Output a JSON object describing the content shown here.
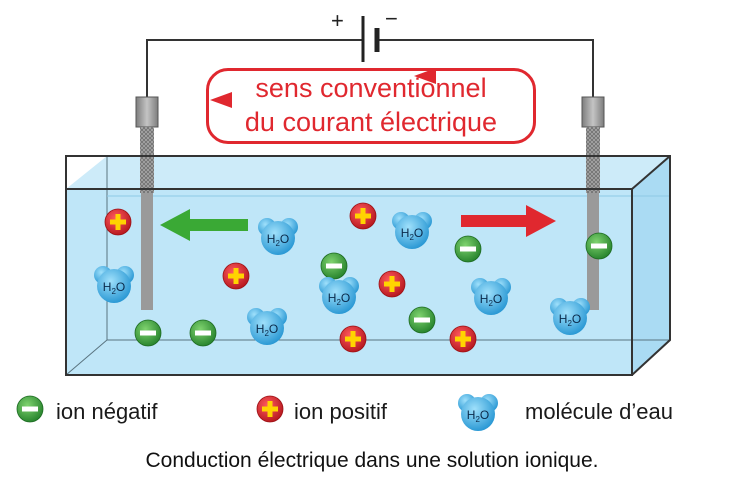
{
  "battery": {
    "plus": "+",
    "minus": "−"
  },
  "current_label": {
    "line1": "sens conventionnel",
    "line2": "du courant électrique"
  },
  "molecule_text": {
    "h": "H",
    "sub": "2",
    "o": "O"
  },
  "legend": {
    "negative": "ion négatif",
    "positive": "ion positif",
    "water": "molécule d’eau"
  },
  "caption": "Conduction électrique dans une solution ionique.",
  "colors": {
    "wire": "#333333",
    "electrode": "#9a9a9a",
    "water": "#bfe6f8",
    "tank_edge": "#3a3a3a",
    "current": "#e0282f",
    "positive_ion": "#d81f26",
    "positive_sign": "#ffd400",
    "negative_ion": "#3aa935",
    "water_molecule": "#29a8e0",
    "arrow_green": "#3aa935",
    "arrow_red": "#e0282f"
  }
}
